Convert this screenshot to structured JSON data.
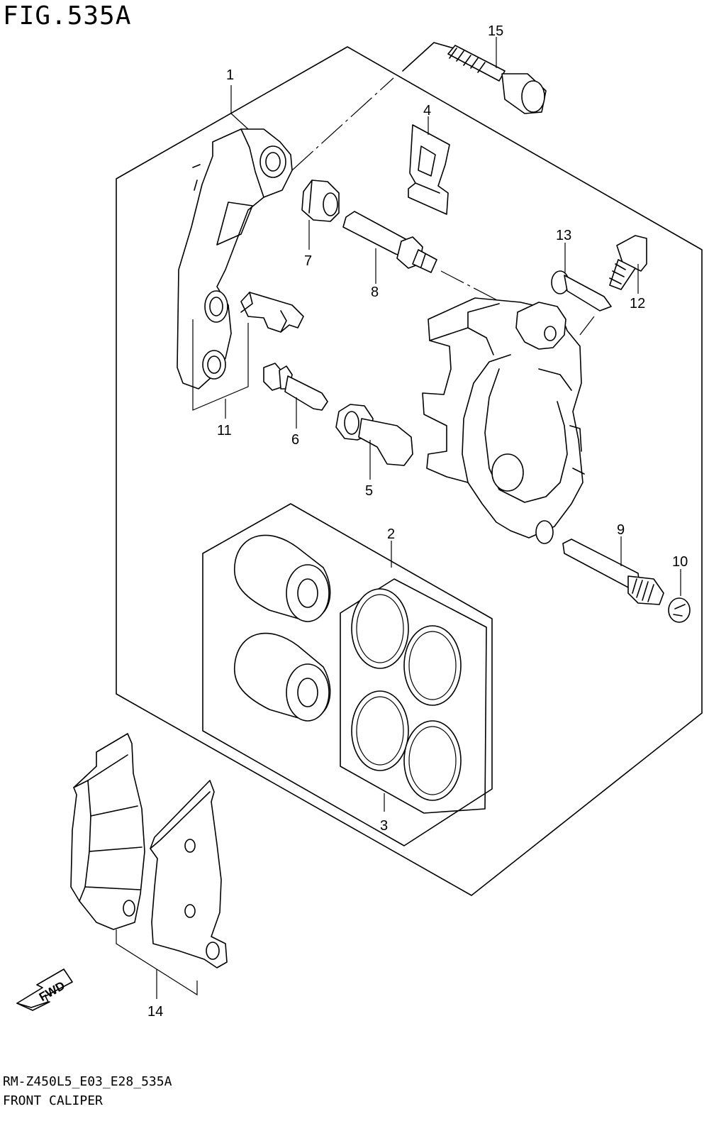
{
  "figure": {
    "title": "FIG.535A",
    "code": "RM-Z450L5_E03_E28_535A",
    "name": "FRONT CALIPER"
  },
  "fwd_label": "FWD",
  "callouts": {
    "c1": "1",
    "c2": "2",
    "c3": "3",
    "c4": "4",
    "c5": "5",
    "c6": "6",
    "c7": "7",
    "c8": "8",
    "c9": "9",
    "c10": "10",
    "c11": "11",
    "c12": "12",
    "c13": "13",
    "c14": "14",
    "c15": "15"
  }
}
